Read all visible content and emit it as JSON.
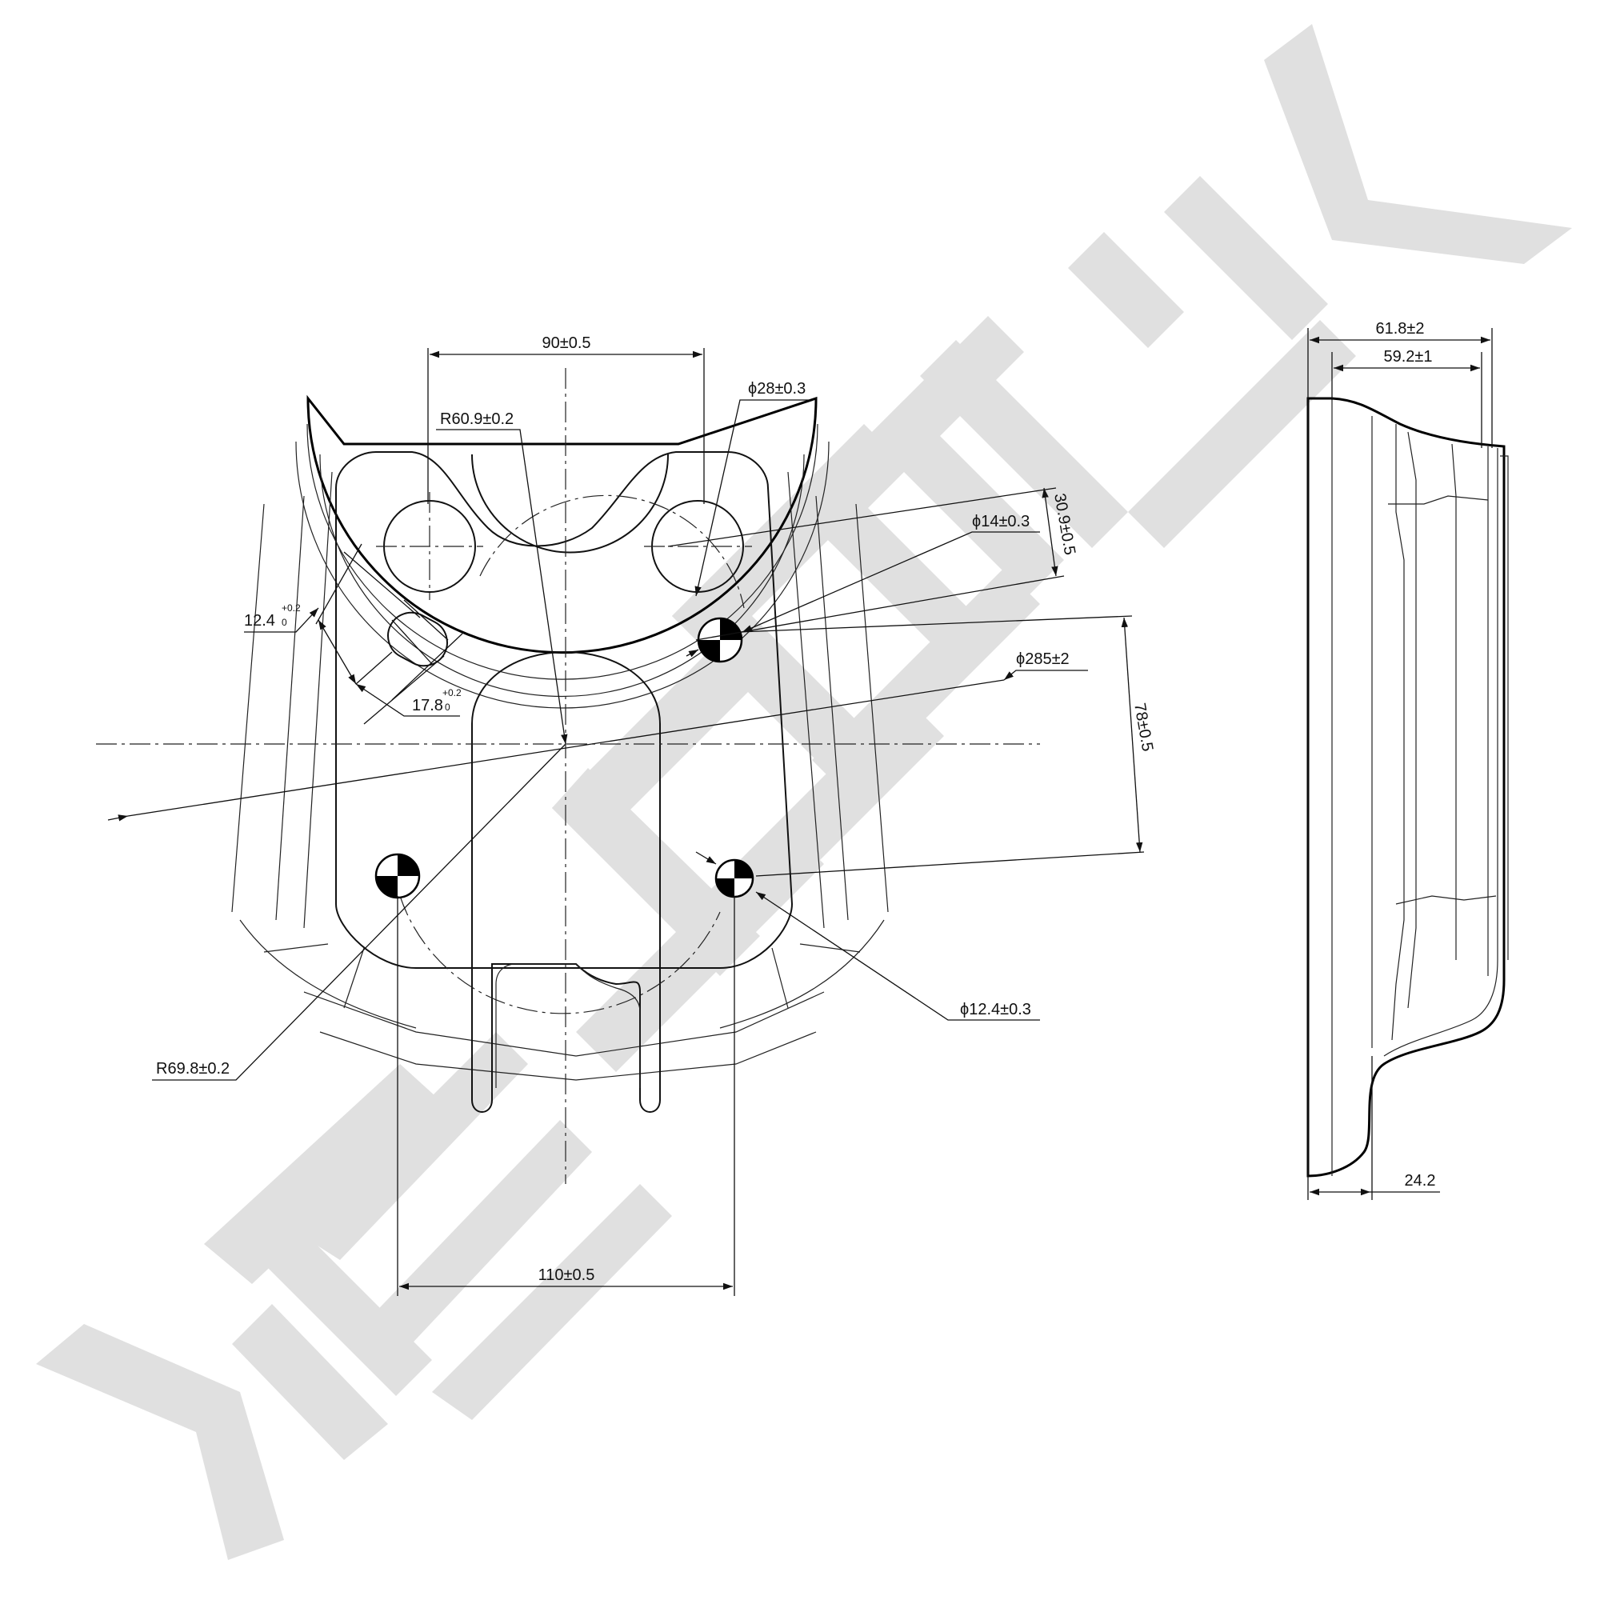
{
  "watermark": {
    "text": "ZENNEK",
    "color": "#e0e0e0"
  },
  "dimensions": {
    "d90": "90±0.5",
    "r60": "R60.9±0.2",
    "d28": "ϕ28±0.3",
    "d14": "ϕ14±0.3",
    "d309": "30.9±0.5",
    "d285": "ϕ285±2",
    "d78": "78±0.5",
    "d124": "ϕ12.4±0.3",
    "r698": "R69.8±0.2",
    "d110": "110±0.5",
    "slot_w": {
      "value": "12.4",
      "plus": "+0.2",
      "minus": "0"
    },
    "slot_l": {
      "value": "17.8",
      "plus": "+0.2",
      "minus": "0"
    },
    "side_618": "61.8±2",
    "side_592": "59.2±1",
    "side_242": "24.2"
  }
}
